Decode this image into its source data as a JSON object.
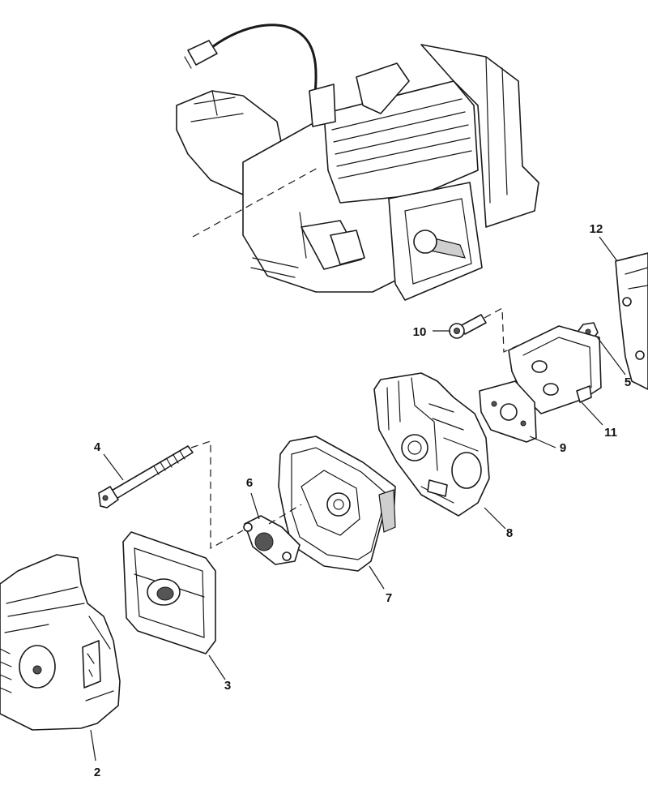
{
  "callouts": [
    {
      "id": "c2",
      "label": "2"
    },
    {
      "id": "c3",
      "label": "3"
    },
    {
      "id": "c4",
      "label": "4"
    },
    {
      "id": "c5",
      "label": "5"
    },
    {
      "id": "c6",
      "label": "6"
    },
    {
      "id": "c7",
      "label": "7"
    },
    {
      "id": "c8",
      "label": "8"
    },
    {
      "id": "c9",
      "label": "9"
    },
    {
      "id": "c10",
      "label": "10"
    },
    {
      "id": "c11",
      "label": "11"
    },
    {
      "id": "c12",
      "label": "12"
    }
  ]
}
